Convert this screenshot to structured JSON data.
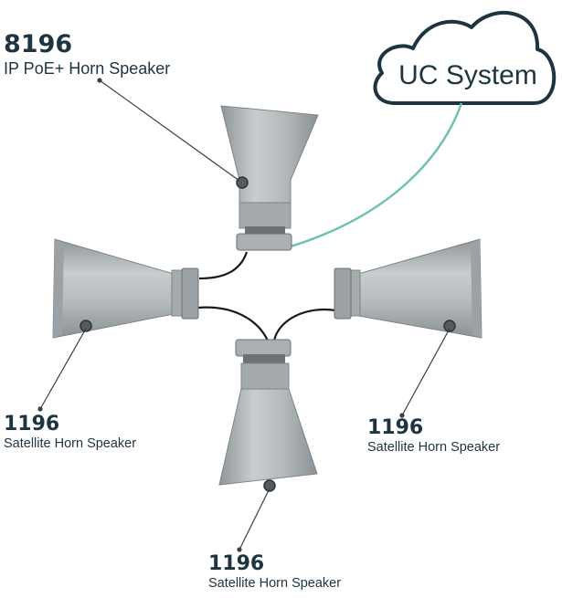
{
  "cloud": {
    "label": "UC System"
  },
  "main_speaker": {
    "model": "8196",
    "description": "IP PoE+ Horn Speaker"
  },
  "satellite_left": {
    "model": "1196",
    "description": "Satellite Horn Speaker"
  },
  "satellite_right": {
    "model": "1196",
    "description": "Satellite Horn Speaker"
  },
  "satellite_bottom": {
    "model": "1196",
    "description": "Satellite Horn Speaker"
  },
  "colors": {
    "ink": "#1e3440",
    "network_line": "#6cc2b4",
    "speaker_body": "#b5bbbd",
    "cable": "#1a1a1a"
  }
}
